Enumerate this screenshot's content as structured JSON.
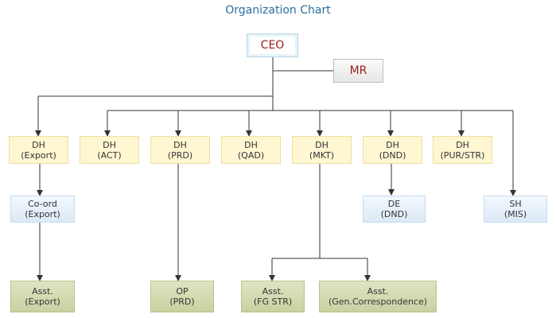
{
  "title": "Organization Chart",
  "nodes": {
    "ceo": {
      "label": "CEO"
    },
    "mr": {
      "label": "MR"
    },
    "dh_export": {
      "line1": "DH",
      "line2": "(Export)"
    },
    "dh_act": {
      "line1": "DH",
      "line2": "(ACT)"
    },
    "dh_prd": {
      "line1": "DH",
      "line2": "(PRD)"
    },
    "dh_qad": {
      "line1": "DH",
      "line2": "(QAD)"
    },
    "dh_mkt": {
      "line1": "DH",
      "line2": "(MKT)"
    },
    "dh_dnd": {
      "line1": "DH",
      "line2": "(DND)"
    },
    "dh_pur_str": {
      "line1": "DH",
      "line2": "(PUR/STR)"
    },
    "coord_export": {
      "line1": "Co-ord",
      "line2": "(Export)"
    },
    "de_dnd": {
      "line1": "DE",
      "line2": "(DND)"
    },
    "sh_mis": {
      "line1": "SH",
      "line2": "(MIS)"
    },
    "asst_export": {
      "line1": "Asst.",
      "line2": "(Export)"
    },
    "op_prd": {
      "line1": "OP",
      "line2": "(PRD)"
    },
    "asst_fg_str": {
      "line1": "Asst.",
      "line2": "(FG STR)"
    },
    "asst_gen_corr": {
      "line1": "Asst.",
      "line2": "(Gen.Correspondence)"
    }
  },
  "colors": {
    "title": "#2a6f9e",
    "ceo_text": "#9b1c1c",
    "connector": "#333333",
    "dh_fill": "#fff6d2",
    "blue_fill": "#dce9f7",
    "green_fill": "#c9d1a2"
  }
}
